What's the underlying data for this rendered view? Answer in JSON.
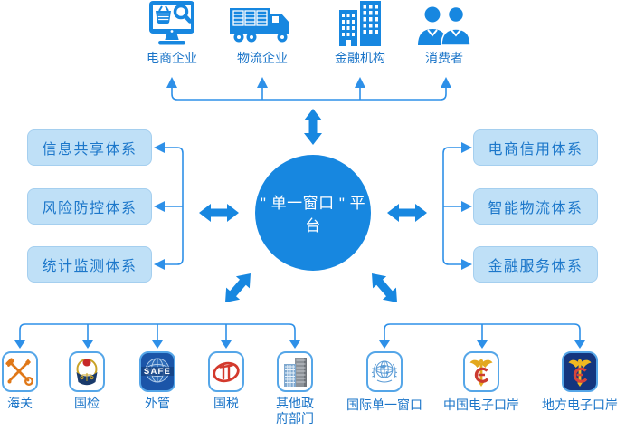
{
  "colors": {
    "primary_blue": "#1787E0",
    "connector_blue": "#2E90E8",
    "box_fill": "#BFE0F7",
    "box_text": "#1C77CA",
    "label_text": "#1A74C8"
  },
  "center": {
    "label": "\" 单一窗口 \" 平台"
  },
  "top_entities": [
    {
      "label": "电商企业",
      "icon": "ecommerce-monitor-icon"
    },
    {
      "label": "物流企业",
      "icon": "logistics-truck-icon"
    },
    {
      "label": "金融机构",
      "icon": "financial-buildings-icon"
    },
    {
      "label": "消费者",
      "icon": "consumers-icon"
    }
  ],
  "left_systems": [
    {
      "label": "信息共享体系"
    },
    {
      "label": "风险防控体系"
    },
    {
      "label": "统计监测体系"
    }
  ],
  "right_systems": [
    {
      "label": "电商信用体系"
    },
    {
      "label": "智能物流体系"
    },
    {
      "label": "金融服务体系"
    }
  ],
  "bottom_left_departments": [
    {
      "label": "海关",
      "icon": "customs-emblem-icon"
    },
    {
      "label": "国检",
      "icon": "inspection-emblem-icon"
    },
    {
      "label": "外管",
      "icon": "safe-emblem-icon",
      "badge_text": "SAFE"
    },
    {
      "label": "国税",
      "icon": "tax-emblem-icon"
    },
    {
      "label": "其他政府部门",
      "icon": "government-buildings-icon"
    }
  ],
  "bottom_right_platforms": [
    {
      "label": "国际单一窗口",
      "icon": "un-emblem-icon"
    },
    {
      "label": "中国电子口岸",
      "icon": "china-eport-emblem-icon"
    },
    {
      "label": "地方电子口岸",
      "icon": "local-eport-emblem-icon"
    }
  ]
}
